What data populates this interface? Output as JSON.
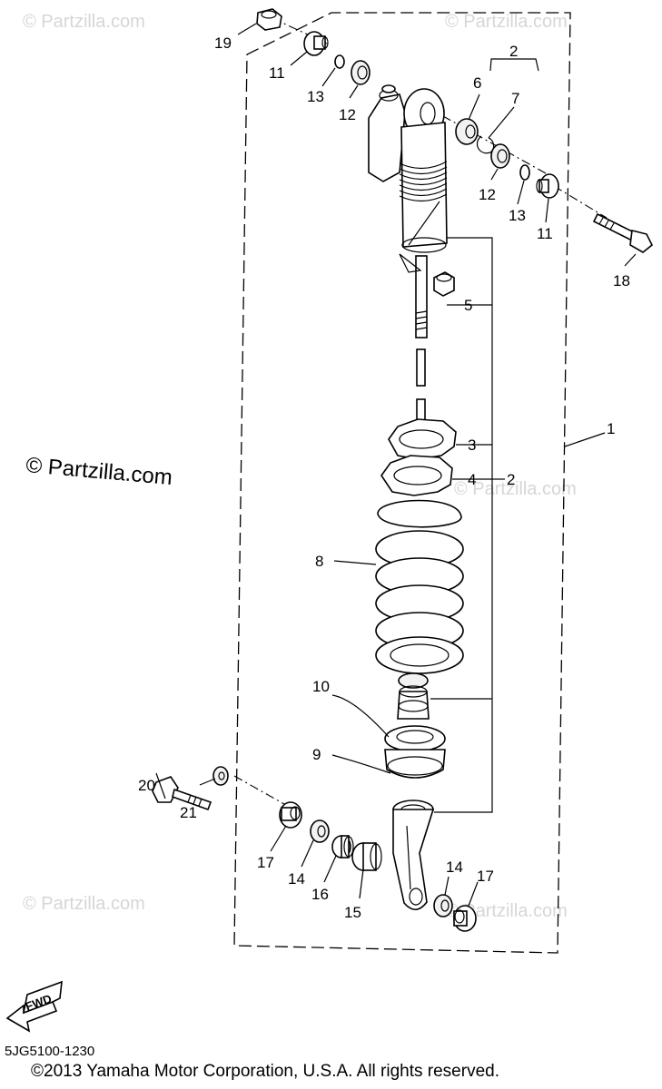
{
  "watermarks": {
    "small": "© Partzilla.com",
    "large": "© Partzilla.com"
  },
  "callouts": {
    "c1": "1",
    "c2a": "2",
    "c2b": "2",
    "c3": "3",
    "c4": "4",
    "c5": "5",
    "c6": "6",
    "c7": "7",
    "c8": "8",
    "c9": "9",
    "c10": "10",
    "c11a": "11",
    "c11b": "11",
    "c12a": "12",
    "c12b": "12",
    "c13a": "13",
    "c13b": "13",
    "c14a": "14",
    "c14b": "14",
    "c15": "15",
    "c16": "16",
    "c17a": "17",
    "c17b": "17",
    "c18": "18",
    "c19": "19",
    "c20": "20",
    "c21": "21"
  },
  "fwd_label": "FWD",
  "diagram_code": "5JG5100-1230",
  "copyright": "©2013  Yamaha Motor Corporation, U.S.A. All rights reserved."
}
